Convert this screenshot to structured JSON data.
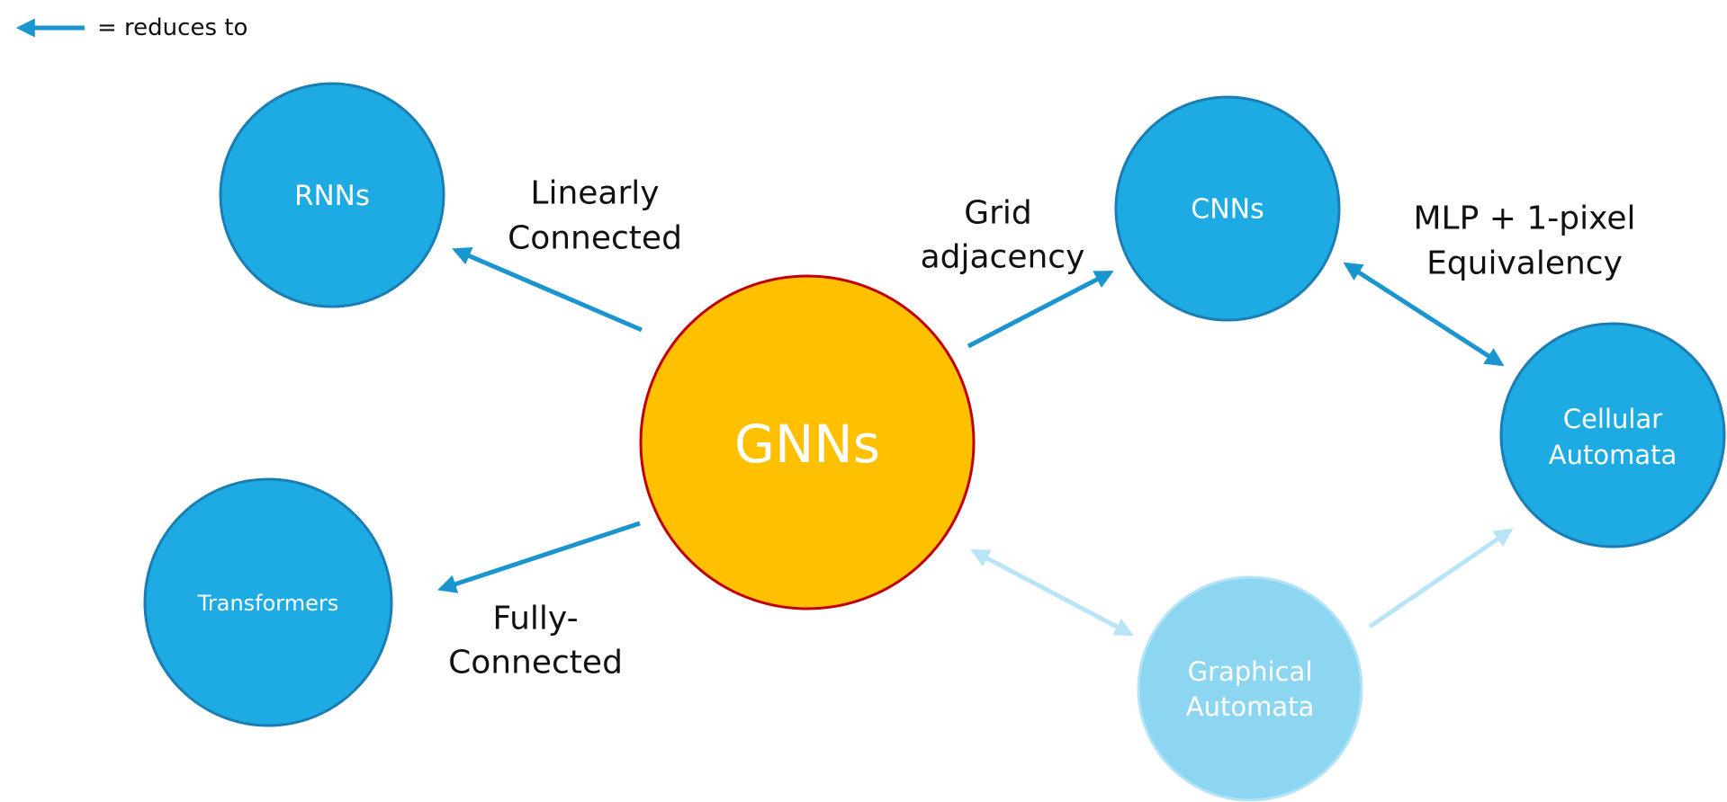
{
  "legend": {
    "label": "= reduces to"
  },
  "nodes": {
    "gnns": "GNNs",
    "rnns": "RNNs",
    "transformers": "Transformers",
    "cnns": "CNNs",
    "cellular_automata": [
      "Cellular",
      "Automata"
    ],
    "graphical_automata": [
      "Graphical",
      "Automata"
    ]
  },
  "edge_labels": {
    "linearly_connected": [
      "Linearly",
      "Connected"
    ],
    "fully_connected": [
      "Fully-",
      "Connected"
    ],
    "grid_adjacency": [
      "Grid",
      "adjacency"
    ],
    "mlp_equivalency": [
      "MLP + 1-pixel",
      "Equivalency"
    ]
  },
  "colors": {
    "node_blue": "#1eabe3",
    "node_blue_border": "#1a7db3",
    "node_gold": "#ffc000",
    "node_gold_border": "#c00000",
    "node_light": "#8dd6f1",
    "node_light_border": "#b3e3f7",
    "arrow": "#1b95cf",
    "arrow_light": "#b8e4f5"
  }
}
